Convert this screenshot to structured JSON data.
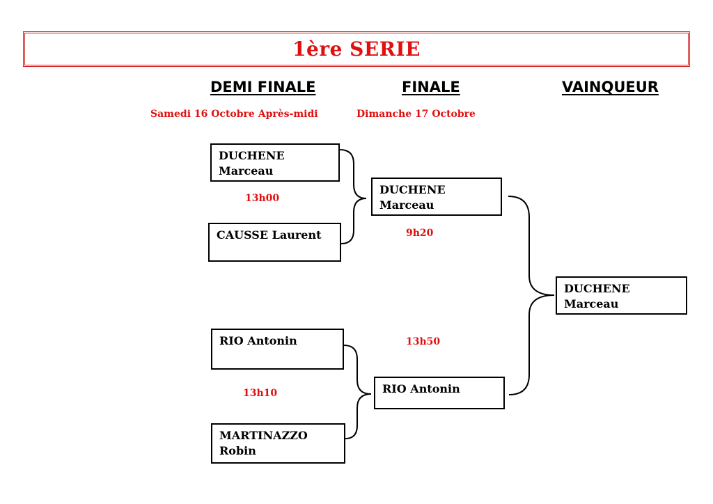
{
  "title": "1ère SERIE",
  "columns": {
    "semifinal": "DEMI FINALE",
    "final": "FINALE",
    "winner": "VAINQUEUR"
  },
  "dates": {
    "semifinal": "Samedi 16 Octobre Après-midi",
    "final": "Dimanche 17 Octobre"
  },
  "semifinals": [
    {
      "line1": "DUCHENE",
      "line2": "Marceau"
    },
    {
      "line1": "CAUSSE Laurent",
      "line2": ""
    },
    {
      "line1": "RIO Antonin",
      "line2": ""
    },
    {
      "line1": "MARTINAZZO",
      "line2": "Robin"
    }
  ],
  "finals": [
    {
      "line1": "DUCHENE",
      "line2": "Marceau"
    },
    {
      "line1": "RIO Antonin",
      "line2": ""
    }
  ],
  "winner": {
    "line1": "DUCHENE",
    "line2": "Marceau"
  },
  "times": {
    "semi_top": "13h00",
    "semi_bottom": "13h10",
    "final_top": "9h20",
    "final_bottom": "13h50"
  },
  "colors": {
    "accent": "#e01010",
    "frame": "#d42020",
    "line": "#000000"
  }
}
